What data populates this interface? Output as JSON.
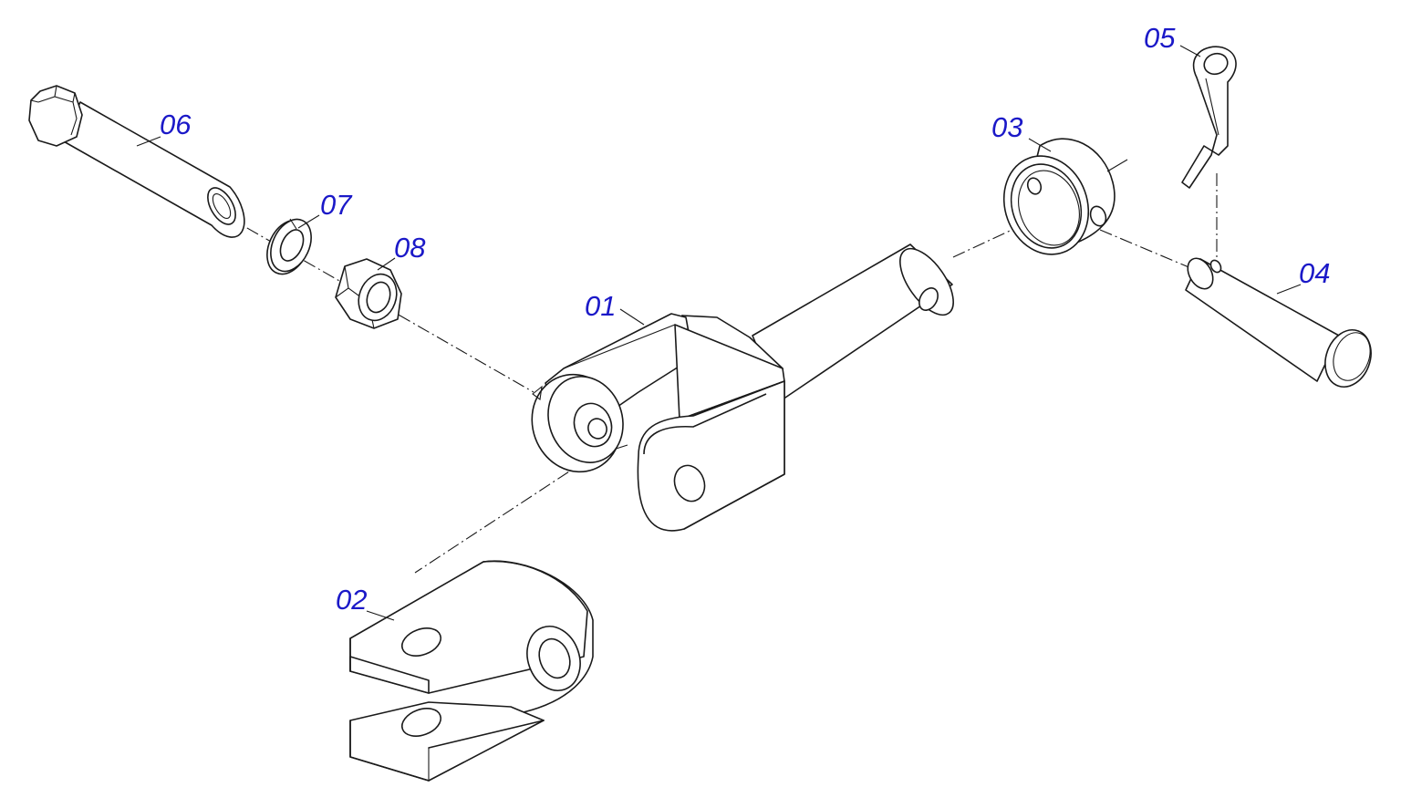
{
  "diagram": {
    "type": "exploded-assembly-drawing",
    "callout_color": "#1b19c8",
    "line_color": "#1a1a1a",
    "background": "#ffffff",
    "callouts": [
      {
        "id": "01",
        "label": "01"
      },
      {
        "id": "02",
        "label": "02"
      },
      {
        "id": "03",
        "label": "03"
      },
      {
        "id": "04",
        "label": "04"
      },
      {
        "id": "05",
        "label": "05"
      },
      {
        "id": "06",
        "label": "06"
      },
      {
        "id": "07",
        "label": "07"
      },
      {
        "id": "08",
        "label": "08"
      }
    ]
  }
}
